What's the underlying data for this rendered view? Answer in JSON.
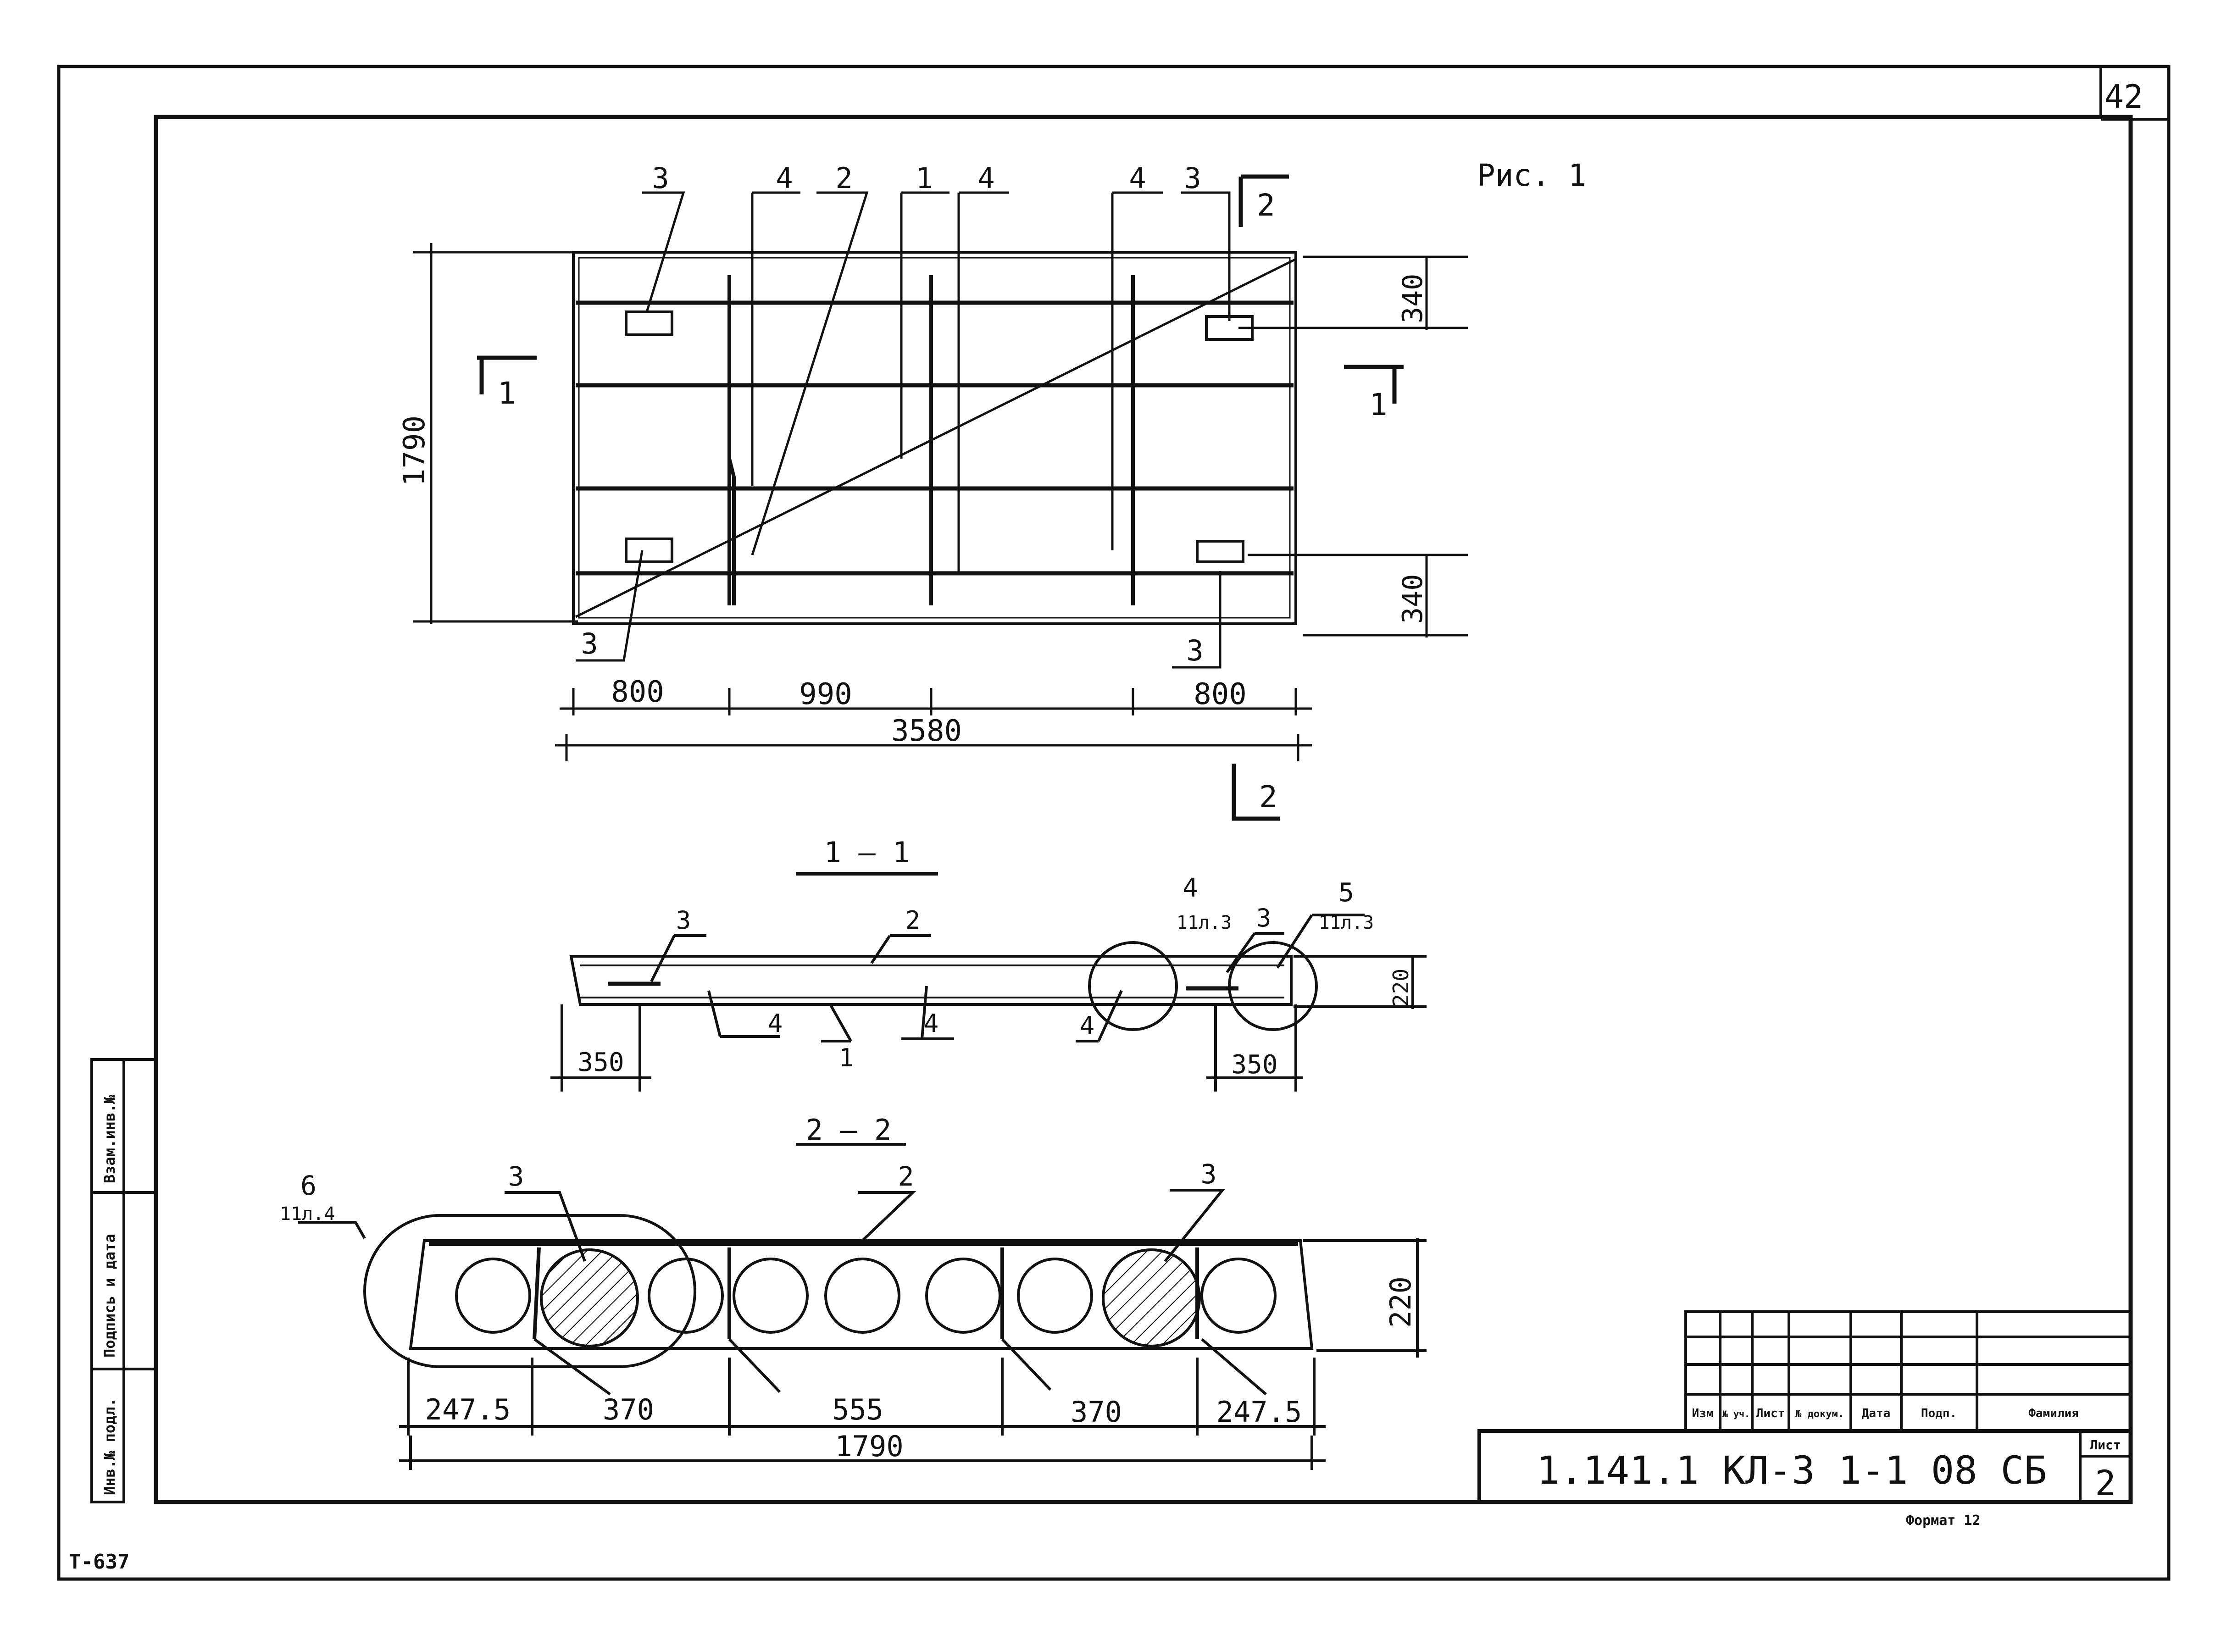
{
  "sheet_corner_number": "42",
  "figure_label": "Рис. 1",
  "left_stamp": {
    "inv_no_orig": "Инв.№ подл.",
    "sign_date": "Подпись и дата",
    "inv_no_repl": "Взам.инв.№"
  },
  "bottom_left_code": "Т-637",
  "format_label": "Формат 12",
  "title_block": {
    "doc_code": "1.141.1 КЛ-3 1-1 08 СБ",
    "sheet_header": "Лист",
    "sheet_no": "2",
    "columns": [
      "Изм",
      "№ уч.",
      "Лист",
      "№ докум.",
      "Дата",
      "Подп.",
      "Фамилия"
    ]
  },
  "plan": {
    "callouts_top": [
      "3",
      "4",
      "2",
      "1",
      "4",
      "4",
      "3"
    ],
    "callouts_bottom": [
      "3",
      "3"
    ],
    "section_mark_left": "1",
    "section_mark_right": "1",
    "section_mark_top": "2",
    "section_mark_bottom": "2",
    "dim_height": "1790",
    "dim_top_right": "340",
    "dim_bottom_right": "340",
    "dim_left": "800",
    "dim_mid": "990",
    "dim_right": "800",
    "dim_total": "3580"
  },
  "section_1_1": {
    "title": "1 — 1",
    "callouts": [
      "3",
      "2",
      "4",
      "1",
      "4",
      "4",
      "3"
    ],
    "detail_4": "4",
    "detail_4_ref": "11л.3",
    "detail_5": "5",
    "detail_5_ref": "11л.3",
    "dim_height": "220",
    "dim_left": "350",
    "dim_right": "350"
  },
  "section_2_2": {
    "title": "2 — 2",
    "detail_6": "6",
    "detail_6_ref": "11л.4",
    "callouts": [
      "3",
      "2",
      "3"
    ],
    "dim_height": "220",
    "dim_1": "247.5",
    "dim_2": "370",
    "dim_3": "555",
    "dim_4": "370",
    "dim_5": "247.5",
    "dim_total": "1790"
  }
}
